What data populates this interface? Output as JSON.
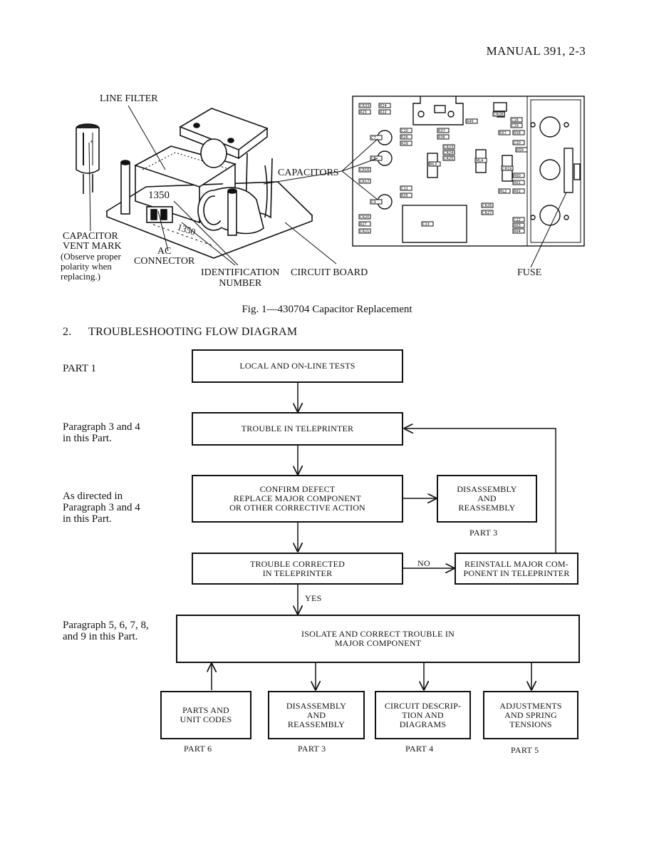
{
  "header": {
    "manual": "MANUAL 391, 2-3"
  },
  "figure": {
    "labels": {
      "line_filter": "LINE FILTER",
      "capacitors": "CAPACITORS",
      "capacitor_vent_mark": "CAPACITOR\nVENT MARK",
      "polarity_note": "(Observe proper\npolarity when\nreplacing.)",
      "ac_connector": "AC\nCONNECTOR",
      "identification_number": "IDENTIFICATION\nNUMBER",
      "circuit_board": "CIRCUIT BOARD",
      "fuse": "FUSE",
      "id_marking": "1350"
    },
    "pcb_refs": [
      "CR33",
      "R24",
      "R23",
      "R22",
      "C10",
      "R37",
      "R26",
      "R36",
      "R29",
      "C7",
      "C8",
      "CR16",
      "CR17",
      "C9",
      "C11",
      "R35",
      "C13",
      "R45",
      "CR28",
      "C16",
      "C19",
      "C20",
      "C22",
      "R57",
      "R58",
      "R59",
      "R60",
      "R61",
      "R62",
      "R63",
      "R64",
      "ML2",
      "ML3",
      "ML4",
      "CR19",
      "CR20",
      "R27",
      "CR21",
      "CR23",
      "CR24",
      "CR25",
      "CR26",
      "CR27"
    ],
    "caption": "Fig. 1—430704 Capacitor Replacement"
  },
  "section": {
    "number": "2.",
    "title": "TROUBLESHOOTING FLOW DIAGRAM"
  },
  "flow": {
    "side_notes": {
      "part1": "PART 1",
      "para34": "Paragraph 3 and 4\nin this Part.",
      "as_directed": "As directed in\nParagraph 3 and 4\nin this Part.",
      "para5to9": "Paragraph 5, 6, 7, 8,\nand 9 in this Part."
    },
    "boxes": {
      "local_online": "LOCAL AND ON-LINE TESTS",
      "trouble_tp": "TROUBLE IN TELEPRINTER",
      "confirm": "CONFIRM DEFECT\nREPLACE MAJOR COMPONENT\nOR OTHER CORRECTIVE ACTION",
      "disassembly_top": "DISASSEMBLY\nAND\nREASSEMBLY",
      "corrected": "TROUBLE CORRECTED\nIN TELEPRINTER",
      "reinstall": "REINSTALL MAJOR COM-\nPONENT IN TELEPRINTER",
      "isolate": "ISOLATE AND CORRECT TROUBLE IN\nMAJOR COMPONENT",
      "parts_codes": "PARTS AND\nUNIT CODES",
      "disassembly_bottom": "DISASSEMBLY\nAND\nREASSEMBLY",
      "circuit_desc": "CIRCUIT DESCRIP-\nTION AND\nDIAGRAMS",
      "adjustments": "ADJUSTMENTS\nAND SPRING\nTENSIONS"
    },
    "part_labels": {
      "part3_top": "PART 3",
      "part6": "PART 6",
      "part3_bottom": "PART 3",
      "part4": "PART 4",
      "part5": "PART 5"
    },
    "branch": {
      "no": "NO",
      "yes": "YES"
    }
  }
}
